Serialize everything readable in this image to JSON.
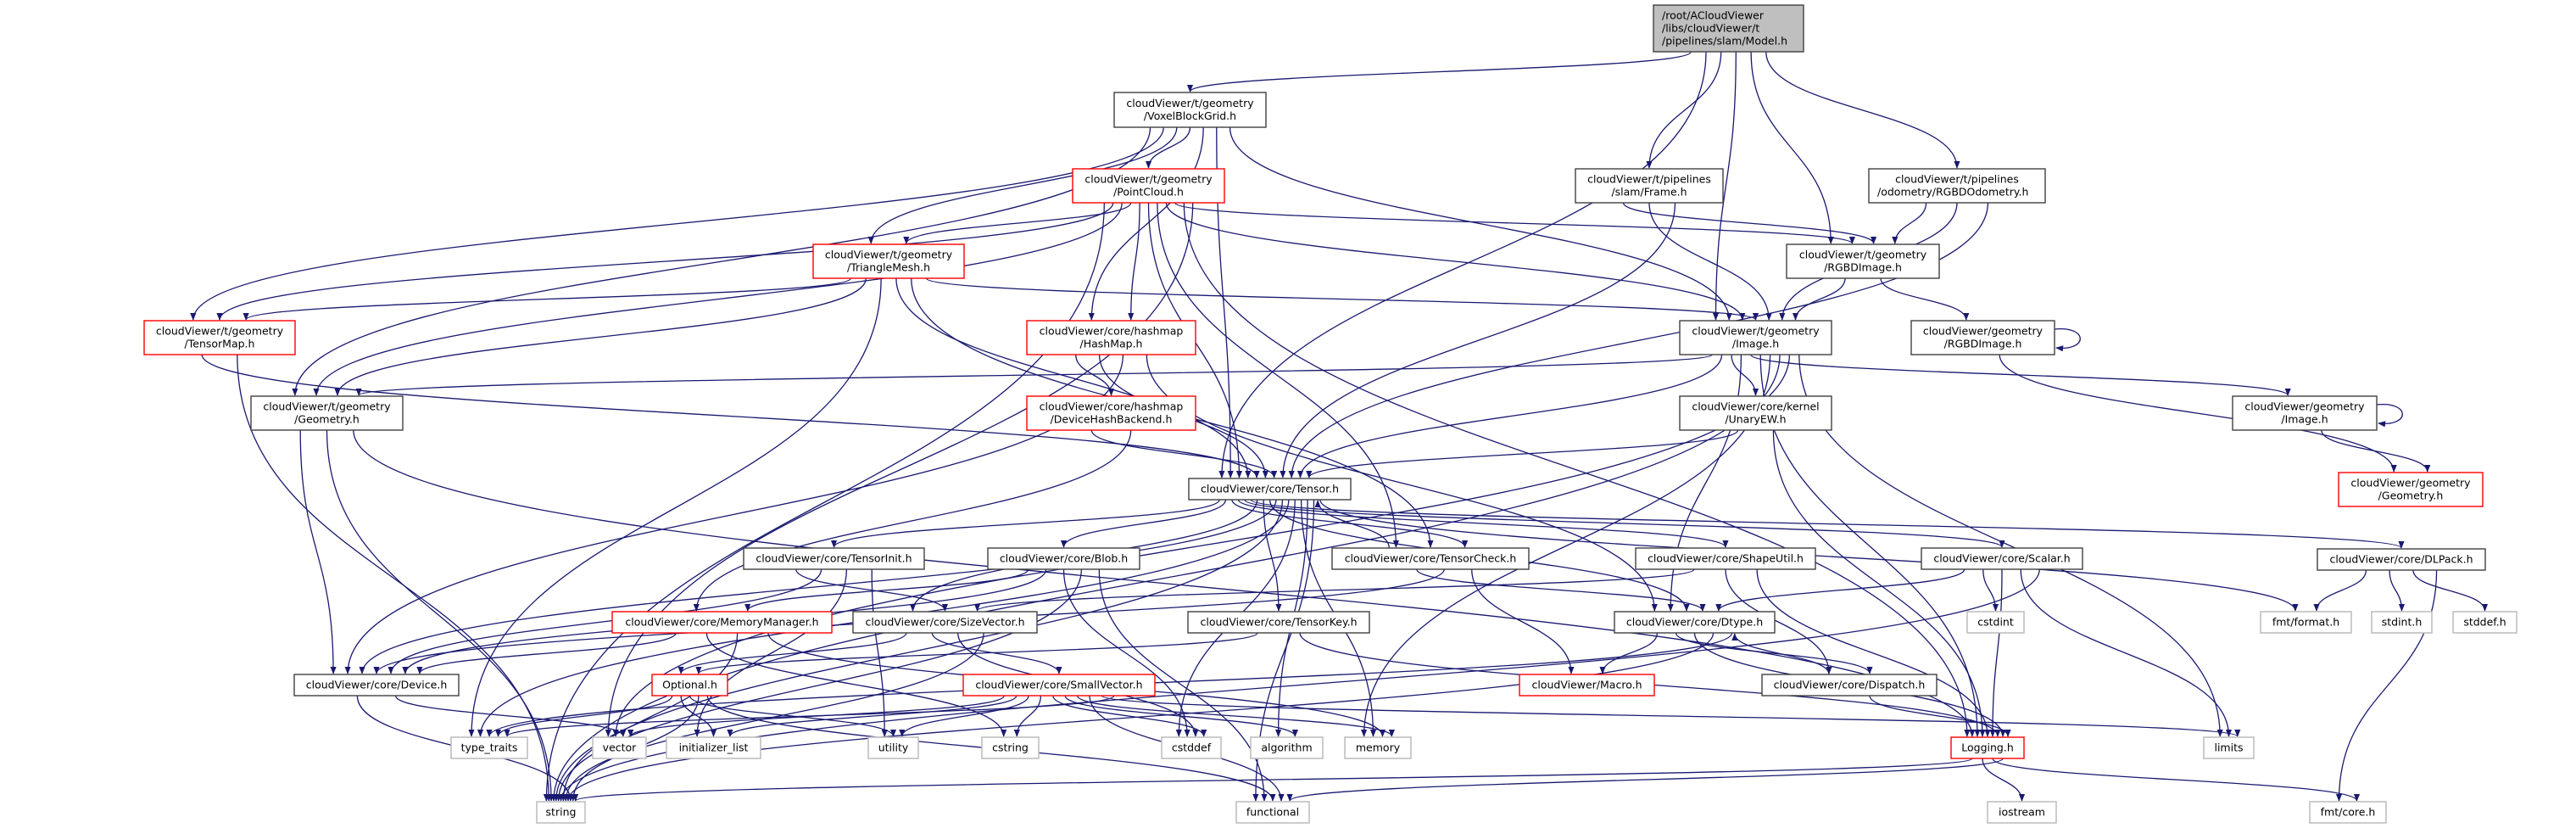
{
  "colors": {
    "edge": "#191970",
    "node_border": "#404040",
    "truncated_border": "#ff0000",
    "external_border": "#bfbfbf",
    "root_fill": "#bfbfbf",
    "node_fill": "#ffffff"
  },
  "nodes": [
    {
      "id": "root",
      "kind": "root",
      "lines": [
        "/root/ACloudViewer",
        "/libs/cloudViewer/t",
        "/pipelines/slam/Model.h"
      ]
    },
    {
      "id": "vbg",
      "kind": "normal",
      "lines": [
        "cloudViewer/t/geometry",
        "/VoxelBlockGrid.h"
      ]
    },
    {
      "id": "frame",
      "kind": "normal",
      "lines": [
        "cloudViewer/t/pipelines",
        "/slam/Frame.h"
      ]
    },
    {
      "id": "odom",
      "kind": "normal",
      "lines": [
        "cloudViewer/t/pipelines",
        "/odometry/RGBDOdometry.h"
      ]
    },
    {
      "id": "pc",
      "kind": "truncated",
      "lines": [
        "cloudViewer/t/geometry",
        "/PointCloud.h"
      ]
    },
    {
      "id": "trimesh",
      "kind": "truncated",
      "lines": [
        "cloudViewer/t/geometry",
        "/TriangleMesh.h"
      ]
    },
    {
      "id": "trgbd",
      "kind": "normal",
      "lines": [
        "cloudViewer/t/geometry",
        "/RGBDImage.h"
      ]
    },
    {
      "id": "tensormap",
      "kind": "truncated",
      "lines": [
        "cloudViewer/t/geometry",
        "/TensorMap.h"
      ]
    },
    {
      "id": "hashmap",
      "kind": "truncated",
      "lines": [
        "cloudViewer/core/hashmap",
        "/HashMap.h"
      ]
    },
    {
      "id": "timage",
      "kind": "normal",
      "lines": [
        "cloudViewer/t/geometry",
        "/Image.h"
      ]
    },
    {
      "id": "grgbd",
      "kind": "normal",
      "lines": [
        "cloudViewer/geometry",
        "/RGBDImage.h"
      ]
    },
    {
      "id": "tgeom",
      "kind": "normal",
      "lines": [
        "cloudViewer/t/geometry",
        "/Geometry.h"
      ]
    },
    {
      "id": "dhb",
      "kind": "truncated",
      "lines": [
        "cloudViewer/core/hashmap",
        "/DeviceHashBackend.h"
      ]
    },
    {
      "id": "unary",
      "kind": "normal",
      "lines": [
        "cloudViewer/core/kernel",
        "/UnaryEW.h"
      ]
    },
    {
      "id": "gimage",
      "kind": "normal",
      "lines": [
        "cloudViewer/geometry",
        "/Image.h"
      ]
    },
    {
      "id": "ggeom",
      "kind": "truncated",
      "lines": [
        "cloudViewer/geometry",
        "/Geometry.h"
      ]
    },
    {
      "id": "tensor",
      "kind": "normal",
      "lines": [
        "cloudViewer/core/Tensor.h"
      ]
    },
    {
      "id": "tinit",
      "kind": "normal",
      "lines": [
        "cloudViewer/core/TensorInit.h"
      ]
    },
    {
      "id": "blob",
      "kind": "normal",
      "lines": [
        "cloudViewer/core/Blob.h"
      ]
    },
    {
      "id": "tcheck",
      "kind": "normal",
      "lines": [
        "cloudViewer/core/TensorCheck.h"
      ]
    },
    {
      "id": "shape",
      "kind": "normal",
      "lines": [
        "cloudViewer/core/ShapeUtil.h"
      ]
    },
    {
      "id": "scalar",
      "kind": "normal",
      "lines": [
        "cloudViewer/core/Scalar.h"
      ]
    },
    {
      "id": "dlpack",
      "kind": "normal",
      "lines": [
        "cloudViewer/core/DLPack.h"
      ]
    },
    {
      "id": "memmgr",
      "kind": "truncated",
      "lines": [
        "cloudViewer/core/MemoryManager.h"
      ]
    },
    {
      "id": "sizevec",
      "kind": "normal",
      "lines": [
        "cloudViewer/core/SizeVector.h"
      ]
    },
    {
      "id": "tkey",
      "kind": "normal",
      "lines": [
        "cloudViewer/core/TensorKey.h"
      ]
    },
    {
      "id": "dtype",
      "kind": "normal",
      "lines": [
        "cloudViewer/core/Dtype.h"
      ]
    },
    {
      "id": "fmtformat",
      "kind": "external",
      "lines": [
        "fmt/format.h"
      ]
    },
    {
      "id": "stdint",
      "kind": "external",
      "lines": [
        "stdint.h"
      ]
    },
    {
      "id": "stddef",
      "kind": "external",
      "lines": [
        "stddef.h"
      ]
    },
    {
      "id": "cstdint",
      "kind": "external",
      "lines": [
        "cstdint"
      ]
    },
    {
      "id": "device",
      "kind": "normal",
      "lines": [
        "cloudViewer/core/Device.h"
      ]
    },
    {
      "id": "optional",
      "kind": "truncated",
      "lines": [
        "Optional.h"
      ]
    },
    {
      "id": "smallvec",
      "kind": "truncated",
      "lines": [
        "cloudViewer/core/SmallVector.h"
      ]
    },
    {
      "id": "macro",
      "kind": "truncated",
      "lines": [
        "cloudViewer/Macro.h"
      ]
    },
    {
      "id": "dispatch",
      "kind": "normal",
      "lines": [
        "cloudViewer/core/Dispatch.h"
      ]
    },
    {
      "id": "typetraits",
      "kind": "external",
      "lines": [
        "type_traits"
      ]
    },
    {
      "id": "vector",
      "kind": "external",
      "lines": [
        "vector"
      ]
    },
    {
      "id": "initlist",
      "kind": "external",
      "lines": [
        "initializer_list"
      ]
    },
    {
      "id": "utility",
      "kind": "external",
      "lines": [
        "utility"
      ]
    },
    {
      "id": "cstring",
      "kind": "external",
      "lines": [
        "cstring"
      ]
    },
    {
      "id": "cstddef",
      "kind": "external",
      "lines": [
        "cstddef"
      ]
    },
    {
      "id": "algorithm",
      "kind": "external",
      "lines": [
        "algorithm"
      ]
    },
    {
      "id": "memory",
      "kind": "external",
      "lines": [
        "memory"
      ]
    },
    {
      "id": "logging",
      "kind": "truncated",
      "lines": [
        "Logging.h"
      ]
    },
    {
      "id": "limits",
      "kind": "external",
      "lines": [
        "limits"
      ]
    },
    {
      "id": "string",
      "kind": "external",
      "lines": [
        "string"
      ]
    },
    {
      "id": "functional",
      "kind": "external",
      "lines": [
        "functional"
      ]
    },
    {
      "id": "iostream",
      "kind": "external",
      "lines": [
        "iostream"
      ]
    },
    {
      "id": "fmtcore",
      "kind": "external",
      "lines": [
        "fmt/core.h"
      ]
    }
  ],
  "edges": [
    [
      "root",
      "vbg"
    ],
    [
      "root",
      "tensor"
    ],
    [
      "root",
      "frame"
    ],
    [
      "root",
      "timage"
    ],
    [
      "root",
      "trgbd"
    ],
    [
      "root",
      "odom"
    ],
    [
      "vbg",
      "tgeom"
    ],
    [
      "vbg",
      "tensormap"
    ],
    [
      "vbg",
      "trimesh"
    ],
    [
      "vbg",
      "pc"
    ],
    [
      "vbg",
      "hashmap"
    ],
    [
      "vbg",
      "tensor"
    ],
    [
      "vbg",
      "timage"
    ],
    [
      "pc",
      "string"
    ],
    [
      "pc",
      "tensormap"
    ],
    [
      "pc",
      "tgeom"
    ],
    [
      "pc",
      "trimesh"
    ],
    [
      "pc",
      "hashmap"
    ],
    [
      "pc",
      "tensor"
    ],
    [
      "pc",
      "tcheck"
    ],
    [
      "pc",
      "timage"
    ],
    [
      "pc",
      "trgbd"
    ],
    [
      "pc",
      "logging"
    ],
    [
      "pc",
      "vector"
    ],
    [
      "trimesh",
      "tensormap"
    ],
    [
      "trimesh",
      "tgeom"
    ],
    [
      "trimesh",
      "typetraits"
    ],
    [
      "trimesh",
      "tensor"
    ],
    [
      "trimesh",
      "tcheck"
    ],
    [
      "trimesh",
      "timage"
    ],
    [
      "tensormap",
      "tensor"
    ],
    [
      "tensormap",
      "string"
    ],
    [
      "tgeom",
      "device"
    ],
    [
      "tgeom",
      "string"
    ],
    [
      "tgeom",
      "logging"
    ],
    [
      "hashmap",
      "dhb"
    ],
    [
      "hashmap",
      "tensor"
    ],
    [
      "hashmap",
      "device"
    ],
    [
      "hashmap",
      "dtype"
    ],
    [
      "dhb",
      "tensor"
    ],
    [
      "dhb",
      "memmgr"
    ],
    [
      "frame",
      "trgbd"
    ],
    [
      "frame",
      "timage"
    ],
    [
      "frame",
      "tensor"
    ],
    [
      "odom",
      "trgbd"
    ],
    [
      "odom",
      "timage"
    ],
    [
      "odom",
      "tensor"
    ],
    [
      "trgbd",
      "timage"
    ],
    [
      "trgbd",
      "grgbd"
    ],
    [
      "timage",
      "tgeom"
    ],
    [
      "timage",
      "tensor"
    ],
    [
      "timage",
      "unary"
    ],
    [
      "timage",
      "dtype"
    ],
    [
      "timage",
      "gimage"
    ],
    [
      "timage",
      "logging"
    ],
    [
      "timage",
      "memory"
    ],
    [
      "timage",
      "string"
    ],
    [
      "timage",
      "vector"
    ],
    [
      "timage",
      "limits"
    ],
    [
      "grgbd",
      "grgbd"
    ],
    [
      "grgbd",
      "ggeom"
    ],
    [
      "gimage",
      "gimage"
    ],
    [
      "gimage",
      "ggeom"
    ],
    [
      "unary",
      "tensor"
    ],
    [
      "unary",
      "logging"
    ],
    [
      "tensor",
      "tinit"
    ],
    [
      "tensor",
      "blob"
    ],
    [
      "tensor",
      "tcheck"
    ],
    [
      "tensor",
      "shape"
    ],
    [
      "tensor",
      "scalar"
    ],
    [
      "tensor",
      "dlpack"
    ],
    [
      "tensor",
      "sizevec"
    ],
    [
      "tensor",
      "tkey"
    ],
    [
      "tensor",
      "dtype"
    ],
    [
      "tensor",
      "device"
    ],
    [
      "tensor",
      "string"
    ],
    [
      "tensor",
      "typetraits"
    ],
    [
      "tensor",
      "cstddef"
    ],
    [
      "tensor",
      "memory"
    ],
    [
      "tensor",
      "algorithm"
    ],
    [
      "tensor",
      "functional"
    ],
    [
      "tensor",
      "fmtformat"
    ],
    [
      "tcheck",
      "tensor"
    ],
    [
      "tcheck",
      "dtype"
    ],
    [
      "tcheck",
      "device"
    ],
    [
      "tcheck",
      "macro"
    ],
    [
      "tinit",
      "sizevec"
    ],
    [
      "tinit",
      "device"
    ],
    [
      "tinit",
      "initlist"
    ],
    [
      "tinit",
      "utility"
    ],
    [
      "blob",
      "memmgr"
    ],
    [
      "blob",
      "device"
    ],
    [
      "blob",
      "cstddef"
    ],
    [
      "blob",
      "string"
    ],
    [
      "blob",
      "functional"
    ],
    [
      "shape",
      "sizevec"
    ],
    [
      "shape",
      "dispatch"
    ],
    [
      "shape",
      "logging"
    ],
    [
      "scalar",
      "dtype"
    ],
    [
      "scalar",
      "cstdint"
    ],
    [
      "scalar",
      "logging"
    ],
    [
      "scalar",
      "limits"
    ],
    [
      "scalar",
      "string"
    ],
    [
      "dlpack",
      "fmtformat"
    ],
    [
      "dlpack",
      "stdint"
    ],
    [
      "dlpack",
      "stddef"
    ],
    [
      "dlpack",
      "fmtcore"
    ],
    [
      "memmgr",
      "device"
    ],
    [
      "memmgr",
      "cstring"
    ],
    [
      "memmgr",
      "string"
    ],
    [
      "memmgr",
      "memory"
    ],
    [
      "sizevec",
      "optional"
    ],
    [
      "sizevec",
      "smallvec"
    ],
    [
      "sizevec",
      "cstddef"
    ],
    [
      "sizevec",
      "string"
    ],
    [
      "tkey",
      "optional"
    ],
    [
      "tkey",
      "logging"
    ],
    [
      "dtype",
      "macro"
    ],
    [
      "dtype",
      "dispatch"
    ],
    [
      "dtype",
      "logging"
    ],
    [
      "dtype",
      "string"
    ],
    [
      "dtype",
      "typetraits"
    ],
    [
      "dispatch",
      "dtype"
    ],
    [
      "dispatch",
      "logging"
    ],
    [
      "device",
      "string"
    ],
    [
      "device",
      "vector"
    ],
    [
      "optional",
      "typetraits"
    ],
    [
      "optional",
      "initlist"
    ],
    [
      "optional",
      "utility"
    ],
    [
      "optional",
      "string"
    ],
    [
      "optional",
      "functional"
    ],
    [
      "smallvec",
      "vector"
    ],
    [
      "smallvec",
      "initlist"
    ],
    [
      "smallvec",
      "utility"
    ],
    [
      "smallvec",
      "cstring"
    ],
    [
      "smallvec",
      "cstddef"
    ],
    [
      "smallvec",
      "algorithm"
    ],
    [
      "smallvec",
      "memory"
    ],
    [
      "smallvec",
      "functional"
    ],
    [
      "smallvec",
      "limits"
    ],
    [
      "smallvec",
      "typetraits"
    ],
    [
      "logging",
      "string"
    ],
    [
      "logging",
      "iostream"
    ],
    [
      "logging",
      "fmtcore"
    ],
    [
      "logging",
      "functional"
    ]
  ]
}
